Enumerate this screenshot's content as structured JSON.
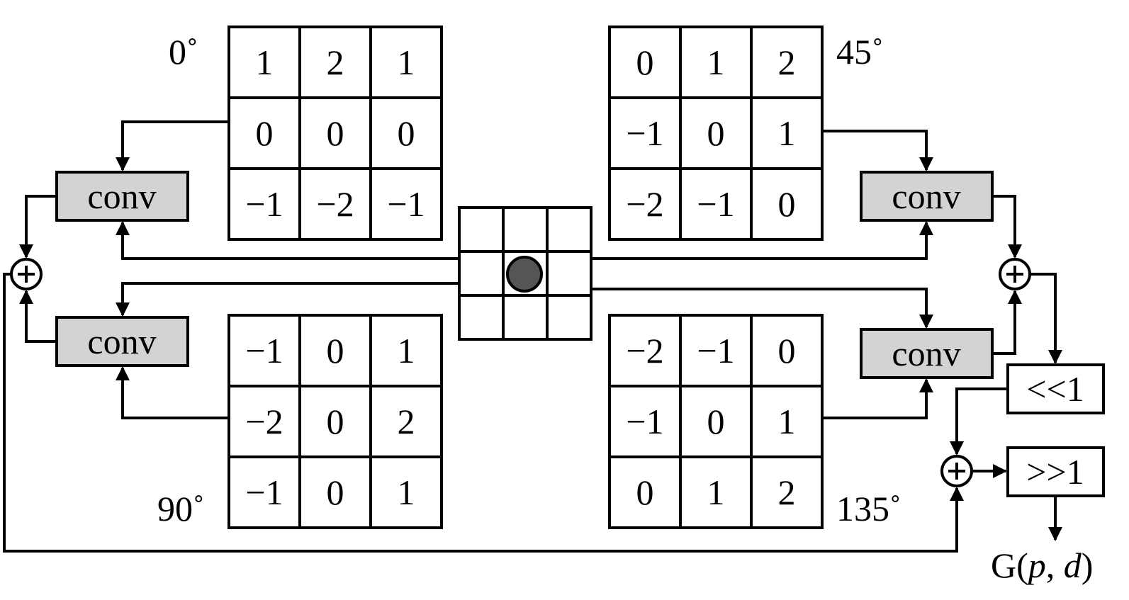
{
  "kernels": [
    {
      "angle": "0˚",
      "values": [
        [
          "1",
          "2",
          "1"
        ],
        [
          "0",
          "0",
          "0"
        ],
        [
          "−1",
          "−2",
          "−1"
        ]
      ]
    },
    {
      "angle": "45˚",
      "values": [
        [
          "0",
          "1",
          "2"
        ],
        [
          "−1",
          "0",
          "1"
        ],
        [
          "−2",
          "−1",
          "0"
        ]
      ]
    },
    {
      "angle": "90˚",
      "values": [
        [
          "−1",
          "0",
          "1"
        ],
        [
          "−2",
          "0",
          "2"
        ],
        [
          "−1",
          "0",
          "1"
        ]
      ]
    },
    {
      "angle": "135˚",
      "values": [
        [
          "−2",
          "−1",
          "0"
        ],
        [
          "−1",
          "0",
          "1"
        ],
        [
          "0",
          "1",
          "2"
        ]
      ]
    }
  ],
  "conv_label": "conv",
  "shift_left_label": "<<1",
  "shift_right_label": ">>1",
  "output_label": {
    "func": "G(",
    "p": "p",
    "sep": ", ",
    "d": "d",
    "close": ")"
  }
}
